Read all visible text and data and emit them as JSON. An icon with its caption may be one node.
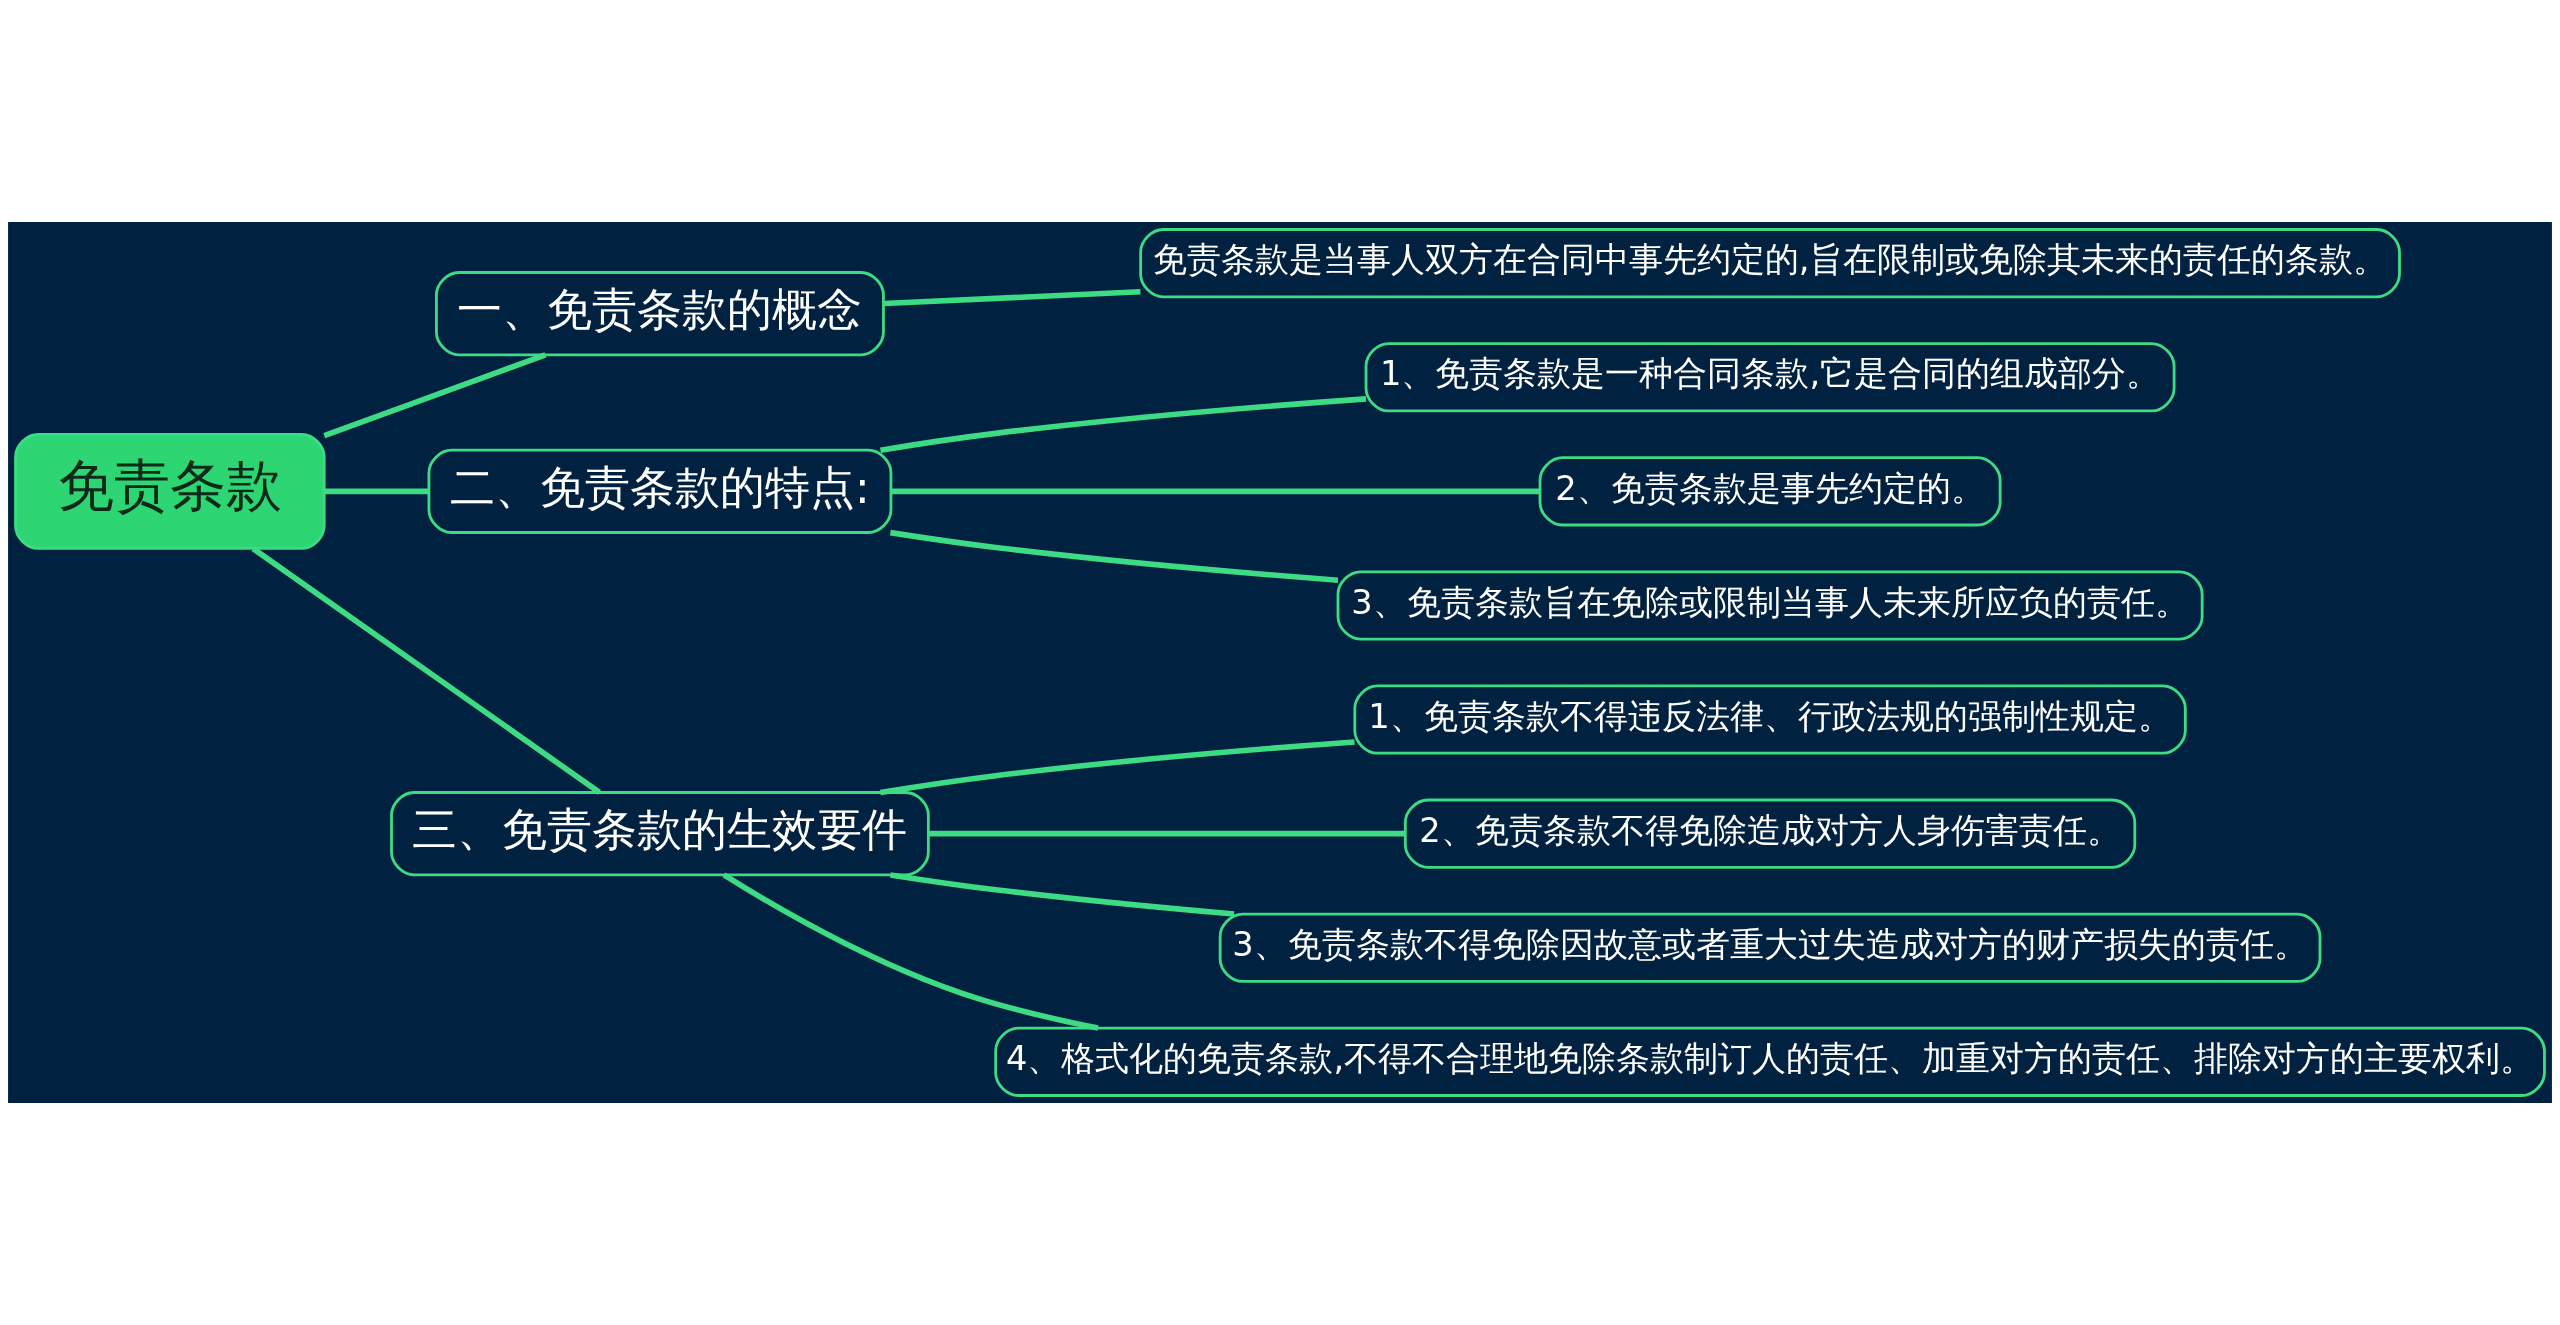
{
  "diagram": {
    "nodes": [
      {
        "text": [
          "免责条款"
        ]
      },
      {
        "text": [
          "一、免责条款的概念"
        ]
      },
      {
        "text": [
          "免责条款是当事人双方在合同中事先约定的,旨在限制或免除其未来的责任的条款。"
        ]
      },
      {
        "text": [
          "二、免责条款的特点:"
        ]
      },
      {
        "text": [
          "1、免责条款是一种合同条款,它是合同的组成部分。"
        ]
      },
      {
        "text": [
          "2、免责条款是事先约定的。"
        ]
      },
      {
        "text": [
          "3、免责条款旨在免除或限制当事人未来所应负的责任。"
        ]
      },
      {
        "text": [
          "三、免责条款的生效要件"
        ]
      },
      {
        "text": [
          "1、免责条款不得违反法律、行政法规的强制性规定。"
        ]
      },
      {
        "text": [
          "2、免责条款不得免除造成对方人身伤害责任。"
        ]
      },
      {
        "text": [
          "3、免责条款不得免除因故意或者重大过失造成对方的财产损失的责任。"
        ]
      },
      {
        "text": [
          "4、格式化的免责条款,不得不合理地免除条款制订人的责任、加重对方的责任、排除对方的主要权利。"
        ]
      }
    ],
    "edges": [
      {
        "from": 0,
        "to": 1,
        "arrow": "none"
      },
      {
        "from": 1,
        "to": 2,
        "arrow": "none"
      },
      {
        "from": 0,
        "to": 3,
        "arrow": "none"
      },
      {
        "from": 3,
        "to": 4,
        "arrow": "none"
      },
      {
        "from": 3,
        "to": 5,
        "arrow": "none"
      },
      {
        "from": 3,
        "to": 6,
        "arrow": "none"
      },
      {
        "from": 0,
        "to": 7,
        "arrow": "none"
      },
      {
        "from": 7,
        "to": 8,
        "arrow": "none"
      },
      {
        "from": 7,
        "to": 9,
        "arrow": "none"
      },
      {
        "from": 7,
        "to": 10,
        "arrow": "none"
      },
      {
        "from": 7,
        "to": 11,
        "arrow": "none"
      }
    ]
  }
}
